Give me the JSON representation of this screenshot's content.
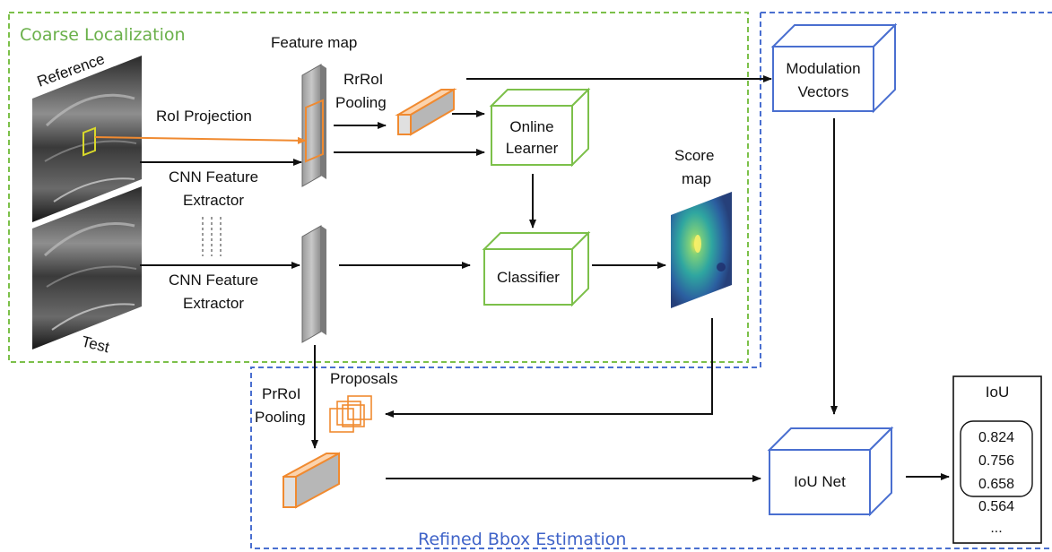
{
  "colors": {
    "green": "#7cc04a",
    "blue": "#4a6fd0",
    "orange": "#f08a30",
    "arrow": "#111111",
    "region_label_green": "#6ab04a",
    "region_label_blue": "#3f63c8"
  },
  "regions": {
    "coarse": "Coarse Localization",
    "refined": "Refined Bbox Estimation"
  },
  "images": {
    "reference": "Reference",
    "test": "Test",
    "score_map_line1": "Score",
    "score_map_line2": "map"
  },
  "labels": {
    "feature_map": "Feature map",
    "roi_projection": "RoI Projection",
    "cnn_feature_1": "CNN Feature",
    "extractor_1": "Extractor",
    "cnn_feature_2": "CNN Feature",
    "extractor_2": "Extractor",
    "rrroi_line1": "RrRoI",
    "rrroi_line2": "Pooling",
    "prroi_line1": "PrRoI",
    "prroi_line2": "Pooling",
    "proposals": "Proposals"
  },
  "boxes": {
    "online_learner_line1": "Online",
    "online_learner_line2": "Learner",
    "classifier": "Classifier",
    "modulation_line1": "Modulation",
    "modulation_line2": "Vectors",
    "iou_net": "IoU Net"
  },
  "iou_list": {
    "title": "IoU",
    "values": [
      "0.824",
      "0.756",
      "0.658",
      "0.564"
    ],
    "ellipsis": "..."
  }
}
